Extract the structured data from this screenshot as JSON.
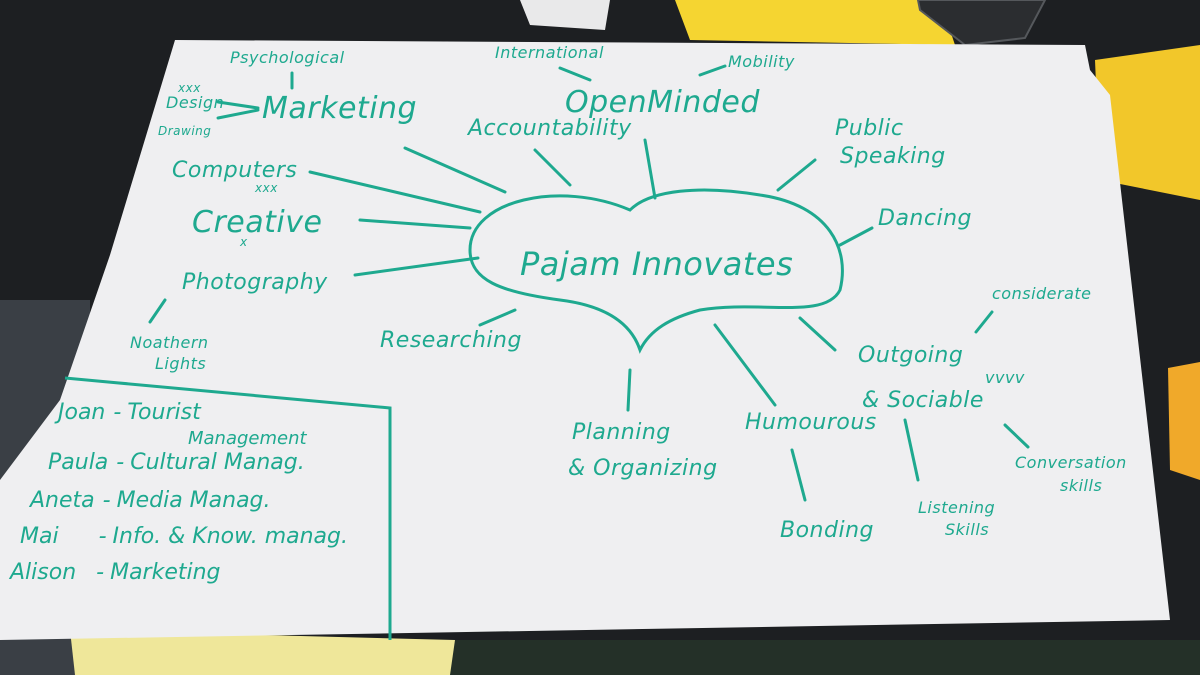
{
  "mind_map": {
    "center": "Pajam Innovates",
    "nodes": {
      "psychological": "Psychological",
      "marketing": "Marketing",
      "design": "Design",
      "drawing": "Drawing",
      "computers": "Computers",
      "creative": "Creative",
      "photography": "Photography",
      "northern_lights": "Noathern",
      "northern_lights_2": "Lights",
      "researching": "Researching",
      "international": "International",
      "open_minded": "OpenMinded",
      "accountability": "Accountability",
      "mobility": "Mobility",
      "public_speaking": "Public",
      "public_speaking_2": "Speaking",
      "dancing": "Dancing",
      "considerate": "considerate",
      "outgoing": "Outgoing",
      "sociable": "& Sociable",
      "conversation_skills": "Conversation",
      "conversation_skills_2": "skills",
      "listening_skills": "Listening",
      "listening_skills_2": "Skills",
      "humourous": "Humourous",
      "bonding": "Bonding",
      "planning": "Planning",
      "organizing": "& Organizing"
    },
    "marks": {
      "x_design": "xxx",
      "x_computers": "xxx",
      "x_creative": "x",
      "ticks_outgoing": "vvvv"
    }
  },
  "roster": [
    {
      "name": "Joan",
      "role": "Tourist",
      "role_2": "Management"
    },
    {
      "name": "Paula",
      "role": "Cultural Manag."
    },
    {
      "name": "Aneta",
      "role": "Media Manag."
    },
    {
      "name": "Mai",
      "role": "Info. & Know. manag."
    },
    {
      "name": "Alison",
      "role": "Marketing"
    }
  ],
  "colors": {
    "ink": "#1ea98f",
    "paper": "#f2f2f4",
    "sticky_note": "#f5d531",
    "table": "#1d1f22"
  }
}
